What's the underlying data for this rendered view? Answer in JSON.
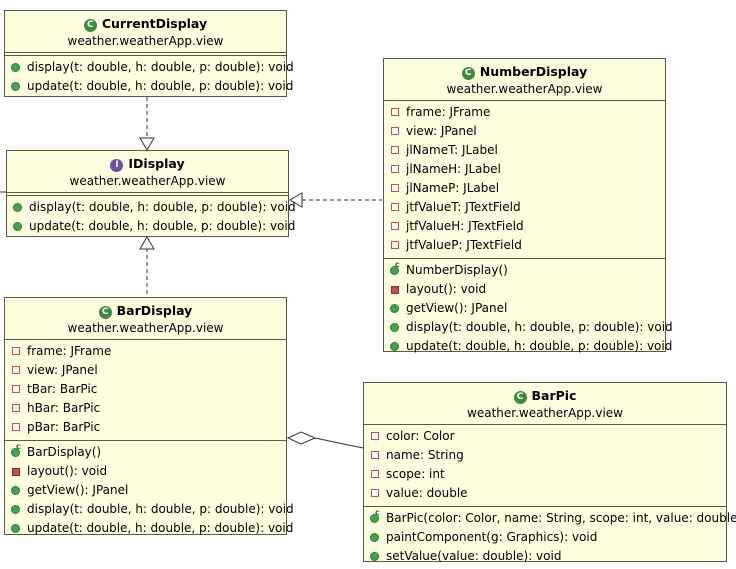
{
  "classes": {
    "current_display": {
      "name": "CurrentDisplay",
      "package": "weather.weatherApp.view",
      "methods": [
        "display(t: double, h: double, p: double): void",
        "update(t: double, h: double, p: double): void"
      ]
    },
    "idisplay": {
      "name": "IDisplay",
      "package": "weather.weatherApp.view",
      "methods": [
        "display(t: double, h: double, p: double): void",
        "update(t: double, h: double, p: double): void"
      ]
    },
    "number_display": {
      "name": "NumberDisplay",
      "package": "weather.weatherApp.view",
      "fields": [
        "frame: JFrame",
        "view: JPanel",
        "jlNameT: JLabel",
        "jlNameH: JLabel",
        "jlNameP: JLabel",
        "jtfValueT: JTextField",
        "jtfValueH: JTextField",
        "jtfValueP: JTextField"
      ],
      "methods": [
        "NumberDisplay()",
        "layout(): void",
        "getView(): JPanel",
        "display(t: double, h: double, p: double): void",
        "update(t: double, h: double, p: double): void"
      ]
    },
    "bar_display": {
      "name": "BarDisplay",
      "package": "weather.weatherApp.view",
      "fields": [
        "frame: JFrame",
        "view: JPanel",
        "tBar: BarPic",
        "hBar: BarPic",
        "pBar: BarPic"
      ],
      "methods": [
        "BarDisplay()",
        "layout(): void",
        "getView(): JPanel",
        "display(t: double, h: double, p: double): void",
        "update(t: double, h: double, p: double): void"
      ]
    },
    "bar_pic": {
      "name": "BarPic",
      "package": "weather.weatherApp.view",
      "fields": [
        "color: Color",
        "name: String",
        "scope: int",
        "value: double"
      ],
      "methods": [
        "BarPic(color: Color, name: String, scope: int, value: double)",
        "paintComponent(g: Graphics): void",
        "setValue(value: double): void"
      ]
    }
  },
  "icons": {
    "class_glyph": "C",
    "interface_glyph": "I",
    "constructor_glyph": "c"
  },
  "colors": {
    "class_fill": "#ffffe0",
    "public_method": "#3fa84a",
    "private_member": "#c0504d"
  }
}
